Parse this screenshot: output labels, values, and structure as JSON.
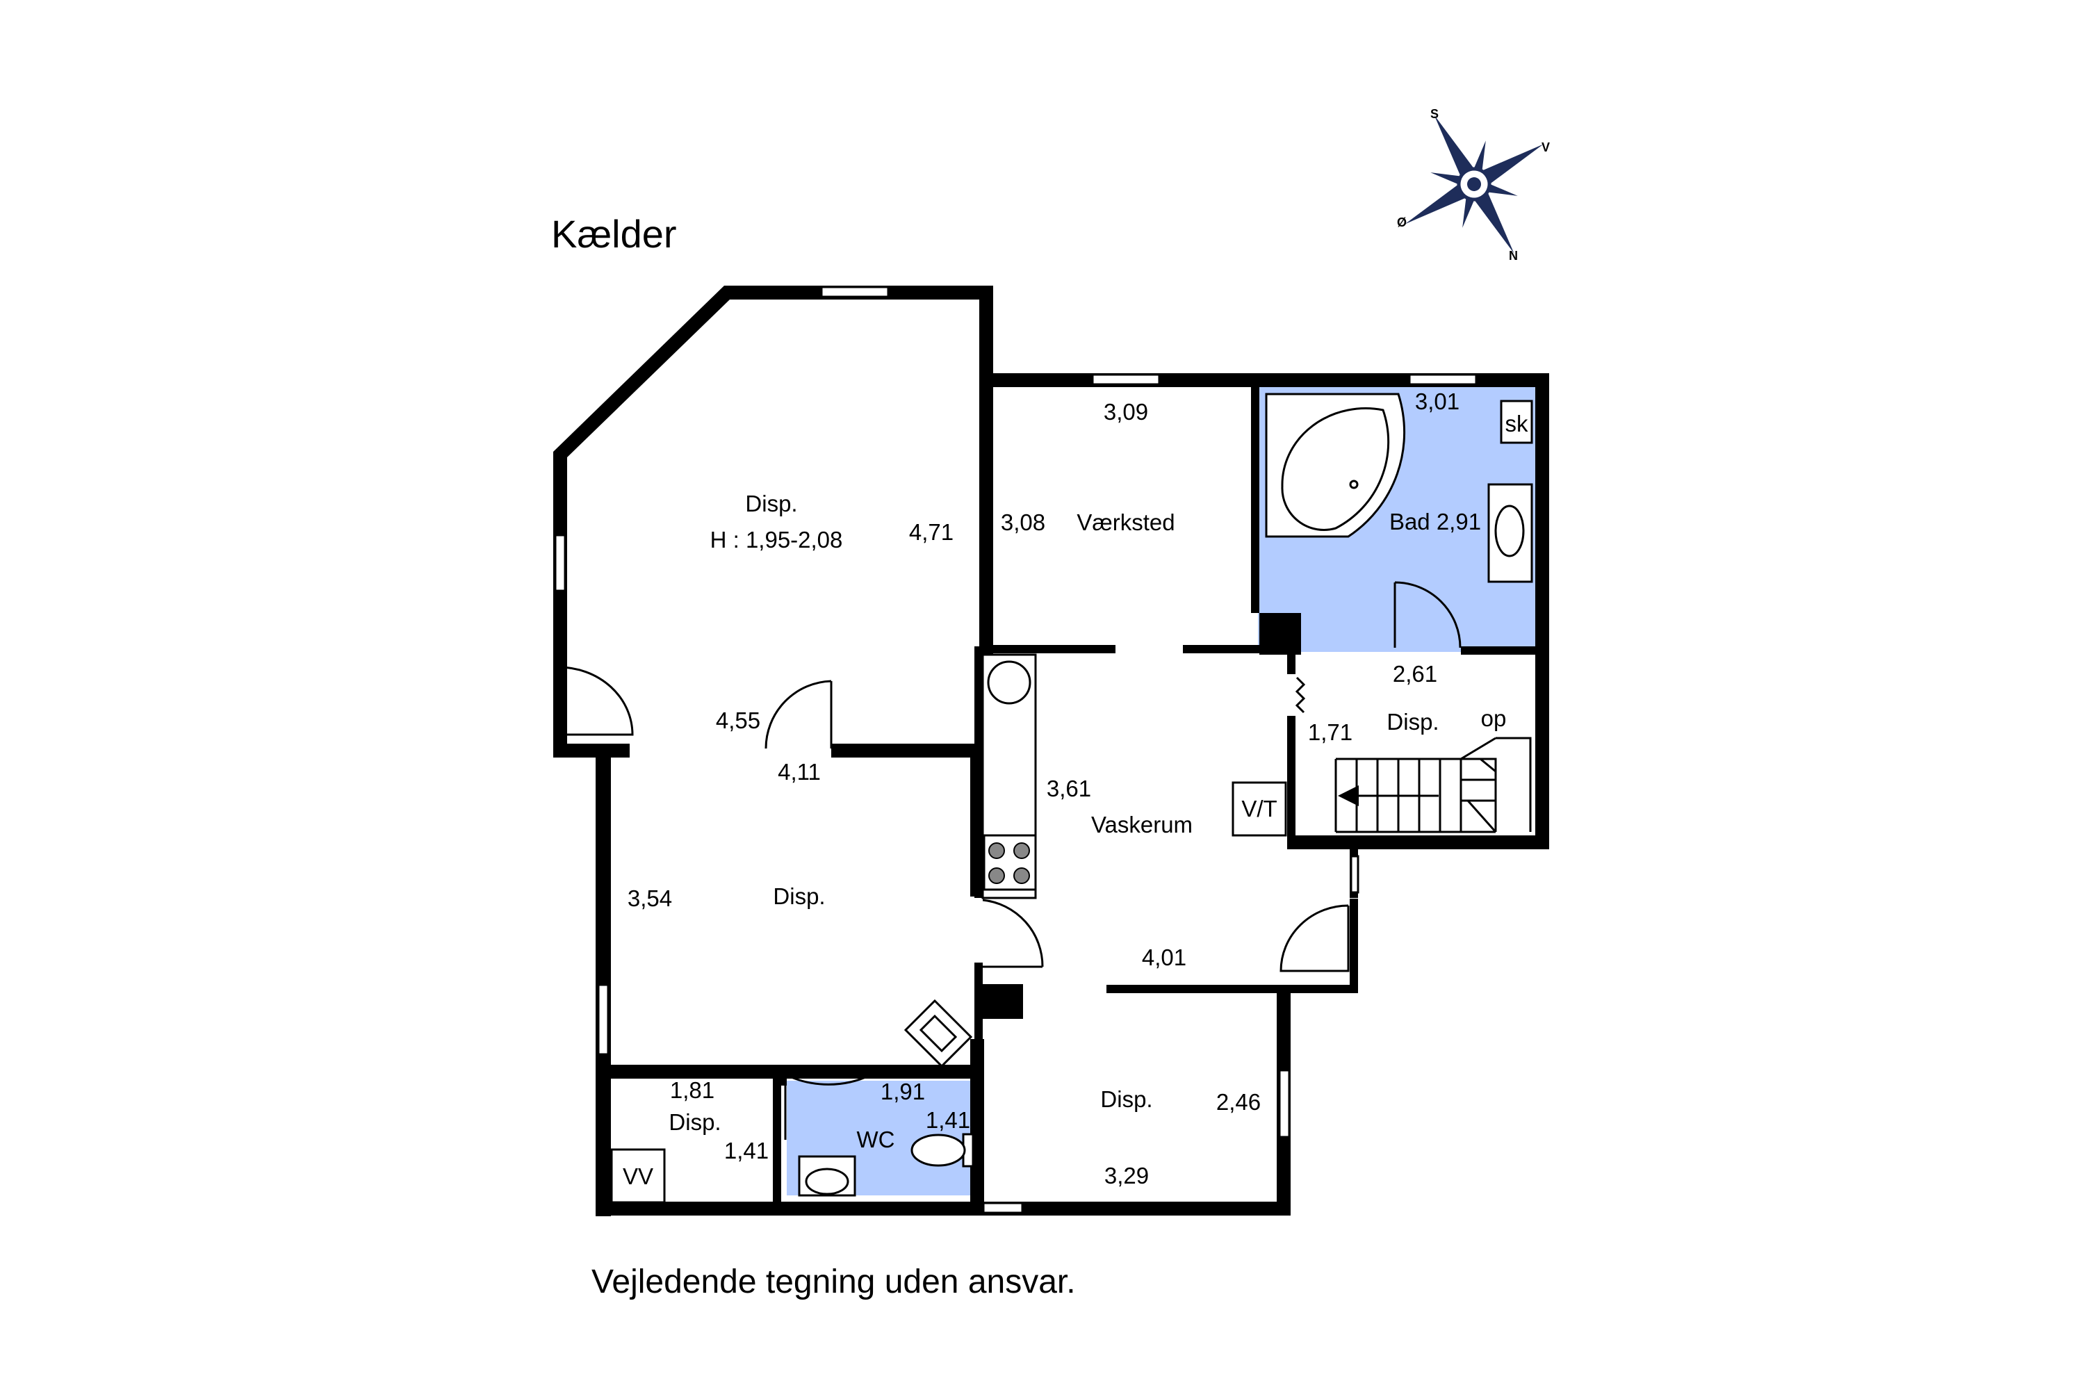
{
  "plan": {
    "title": "Kælder",
    "footer": "Vejledende tegning uden ansvar.",
    "wet_room_color": "#b3ccff",
    "compass": {
      "s": "S",
      "v": "V",
      "o": "Ø",
      "n": "N"
    },
    "rooms": {
      "disp_top": {
        "name": "Disp.",
        "height": "H : 1,95-2,08",
        "dim_right": "4,71",
        "dim_bottom": "4,55"
      },
      "vaerksted": {
        "name": "Værksted",
        "dim_top": "3,09",
        "dim_left": "3,08"
      },
      "bad": {
        "name": "Bad 2,91",
        "dim_top": "3,01",
        "label_sk": "sk"
      },
      "disp_stair": {
        "name": "Disp.",
        "dim_top": "2,61",
        "dim_left": "1,71",
        "label_op": "op"
      },
      "vaskerum": {
        "name": "Vaskerum",
        "dim_left": "3,61",
        "dim_bottom": "4,01",
        "label_vt": "V/T"
      },
      "disp_mid": {
        "name": "Disp.",
        "dim_top": "4,11",
        "dim_left": "3,54"
      },
      "disp_small": {
        "name": "Disp.",
        "dim_top": "1,81",
        "dim_right": "1,41",
        "label_vv": "VV"
      },
      "wc": {
        "name": "WC",
        "dim_top": "1,91",
        "dim_right": "1,41"
      },
      "disp_bottom": {
        "name": "Disp.",
        "dim_right": "2,46",
        "dim_bottom": "3,29"
      }
    }
  }
}
